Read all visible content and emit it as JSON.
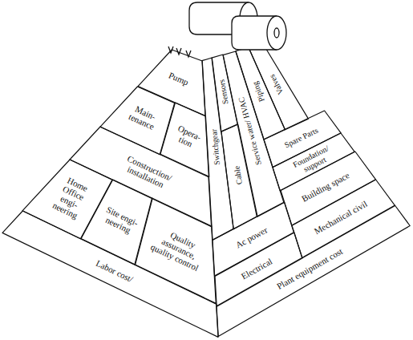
{
  "diagram": {
    "nodes": [
      {
        "text": [
          "Pump"
        ]
      },
      {
        "text": [
          "Main- tenance"
        ]
      },
      {
        "text": [
          "Opera- tion"
        ]
      },
      {
        "text": [
          "Construction/ installation"
        ]
      },
      {
        "text": [
          "Home Office engi- neering"
        ]
      },
      {
        "text": [
          "Site engi- neering"
        ]
      },
      {
        "text": [
          "Quality assurance, quality control"
        ]
      },
      {
        "text": [
          "Labor cost/"
        ]
      },
      {
        "text": [
          "Sensors"
        ]
      },
      {
        "text": [
          "Piping"
        ]
      },
      {
        "text": [
          "Valves"
        ]
      },
      {
        "text": [
          "Cable"
        ]
      },
      {
        "text": [
          "Service water/ HVAC"
        ]
      },
      {
        "text": [
          "Spare Parts"
        ]
      },
      {
        "text": [
          "Switchgear"
        ]
      },
      {
        "text": [
          "Foundation/ support"
        ]
      },
      {
        "text": [
          "Building space"
        ]
      },
      {
        "text": [
          "Ac power"
        ]
      },
      {
        "text": [
          "Mechanical civil"
        ]
      },
      {
        "text": [
          "Electrical"
        ]
      },
      {
        "text": [
          "Plant equipment cost"
        ]
      }
    ]
  }
}
